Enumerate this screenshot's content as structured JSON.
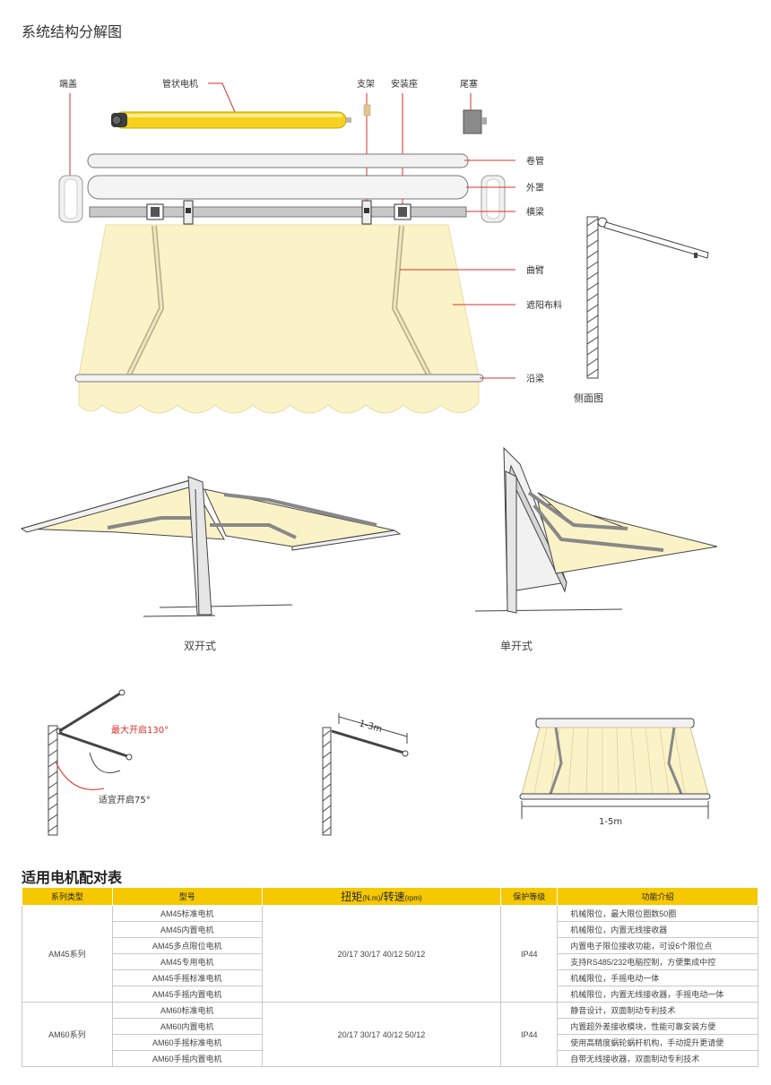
{
  "page_title": "系统结构分解图",
  "exploded": {
    "labels_top": {
      "end_cap": "端盖",
      "tube_motor": "管状电机",
      "bracket": "支架",
      "mount_seat": "安装座",
      "tail_plug": "尾塞"
    },
    "labels_right": {
      "roll_tube": "卷管",
      "cover": "外罩",
      "cross_beam": "横梁",
      "curved_arm": "曲臂",
      "fabric": "遮阳布料",
      "front_bar": "沿梁"
    },
    "side_view_label": "侧面图"
  },
  "styles": {
    "double": "双开式",
    "single": "单开式"
  },
  "specs": {
    "max_open": "最大开启130°",
    "suitable_open": "适宜开启75°",
    "arm_length": "1-3m",
    "width": "1-5m"
  },
  "colors": {
    "accent_yellow": "#f6c800",
    "fabric": "#fbf3c8",
    "red_line": "#d9302b",
    "motor_yellow": "#f7d11e"
  },
  "table": {
    "title": "适用电机配对表",
    "headers": {
      "series": "系列类型",
      "model": "型号",
      "torque_main": "扭矩",
      "torque_unit": "(N.m)",
      "slash": "/",
      "speed_main": "转速",
      "speed_unit": "(rpm)",
      "protection": "保护等级",
      "features": "功能介绍"
    },
    "groups": [
      {
        "series": "AM45系列",
        "torque_speed": "20/17  30/17  40/12  50/12",
        "protection": "IP44",
        "rows": [
          {
            "model": "AM45标准电机",
            "feature": "机械限位，最大限位圈数50圈"
          },
          {
            "model": "AM45内置电机",
            "feature": "机械限位，内置无线接收器"
          },
          {
            "model": "AM45多点限位电机",
            "feature": "内置电子限位接收功能，可设6个限位点"
          },
          {
            "model": "AM45专用电机",
            "feature": "支持RS485/232电脑控制，方便集成中控"
          },
          {
            "model": "AM45手摇标准电机",
            "feature": "机械限位，手摇电动一体"
          },
          {
            "model": "AM45手摇内置电机",
            "feature": "机械限位，内置无线接收器，手摇电动一体"
          }
        ]
      },
      {
        "series": "AM60系列",
        "torque_speed": "20/17  30/17  40/12  50/12",
        "protection": "IP44",
        "rows": [
          {
            "model": "AM60标准电机",
            "feature": "静音设计，双面制动专利技术"
          },
          {
            "model": "AM60内置电机",
            "feature": "内置超外差接收模块，性能可靠安装方便"
          },
          {
            "model": "AM60手摇标准电机",
            "feature": "使用高精度蜗轮蜗杆机构，手动提升更请便"
          },
          {
            "model": "AM60手摇内置电机",
            "feature": "自带无线接收器，双面制动专利技术"
          }
        ]
      }
    ]
  }
}
